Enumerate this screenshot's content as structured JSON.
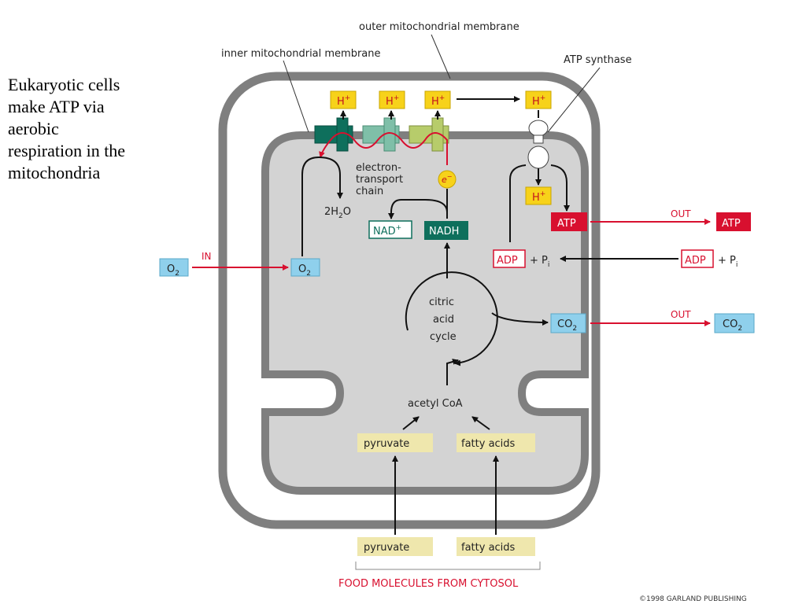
{
  "slide": {
    "lines": [
      "Eukaryotic cells",
      "make ATP via",
      "aerobic",
      "respiration in the",
      "mitochondria"
    ]
  },
  "labels": {
    "outer_membrane": "outer mitochondrial membrane",
    "inner_membrane": "inner mitochondrial membrane",
    "atp_synthase": "ATP synthase",
    "etc": [
      "electron-",
      "transport",
      "chain"
    ],
    "water": "2H",
    "water_sub": "2",
    "water_end": "O",
    "citric": [
      "citric",
      "acid",
      "cycle"
    ],
    "acetyl": "acetyl CoA",
    "food_caption": "FOOD MOLECULES FROM CYTOSOL",
    "copyright": "©1998 GARLAND PUBLISHING",
    "in": "IN",
    "out1": "OUT",
    "out2": "OUT",
    "pi": "+ P",
    "pi_sub": "i"
  },
  "boxes": {
    "o2": "O",
    "o2_sub": "2",
    "co2": "CO",
    "co2_sub": "2",
    "h": "H",
    "h_sup": "+",
    "e": "e",
    "e_sup": "−",
    "nad": "NAD",
    "nad_sup": "+",
    "nadh": "NADH",
    "atp": "ATP",
    "adp": "ADP",
    "pyruvate": "pyruvate",
    "fatty": "fatty acids"
  },
  "colors": {
    "membrane": "#7f7f7f",
    "matrix": "#d3d3d3",
    "o2_box": "#8fd0ec",
    "h_box": "#f7d21a",
    "atp_box": "#d8102f",
    "nadh_box": "#0e6f5c",
    "food_box": "#efe7ad"
  }
}
